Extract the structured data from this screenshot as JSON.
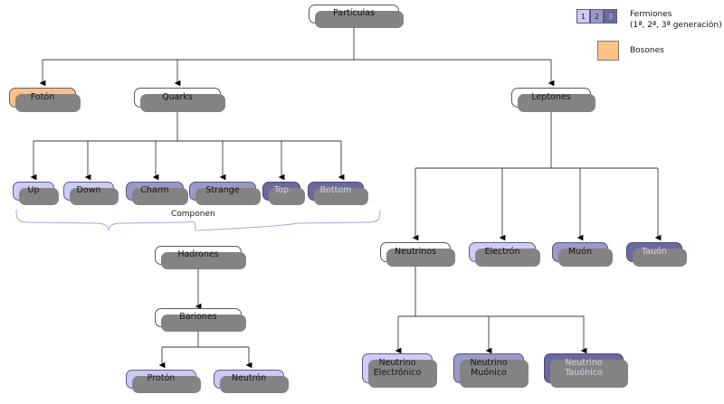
{
  "diagram": {
    "title_node": "Partículas",
    "brace_label": "Componen"
  },
  "legend": {
    "fermion_swatches": [
      "1",
      "2",
      "3"
    ],
    "fermion_label_line1": "Fermiones",
    "fermion_label_line2": "(1ª, 2ª, 3ª generación)",
    "boson_label": "Bosones",
    "colors": {
      "generation_1": "#ccccf5",
      "generation_2": "#9a9ac8",
      "generation_3": "#6a6a9e",
      "boson": "#fbc287",
      "plain": "#ffffff",
      "shadow": "#838383",
      "brace": "#a9a9d4"
    }
  },
  "nodes": {
    "particulas": "Partículas",
    "foton": "Fotón",
    "quarks": "Quarks",
    "leptones": "Leptones",
    "up": "Up",
    "down": "Down",
    "charm": "Charm",
    "strange": "Strange",
    "top": "Top",
    "bottom": "Bottom",
    "hadrones": "Hadrones",
    "bariones": "Bariones",
    "proton": "Protón",
    "neutron": "Neutrón",
    "neutrinos": "Neutrinos",
    "electron": "Electrón",
    "muon": "Muón",
    "tauon": "Tauón",
    "neutrino_electronico_l1": "Neutrino",
    "neutrino_electronico_l2": "Electrónico",
    "neutrino_muonico_l1": "Neutrino",
    "neutrino_muonico_l2": "Muónico",
    "neutrino_tauonico_l1": "Neutrino",
    "neutrino_tauonico_l2": "Tauónico"
  }
}
